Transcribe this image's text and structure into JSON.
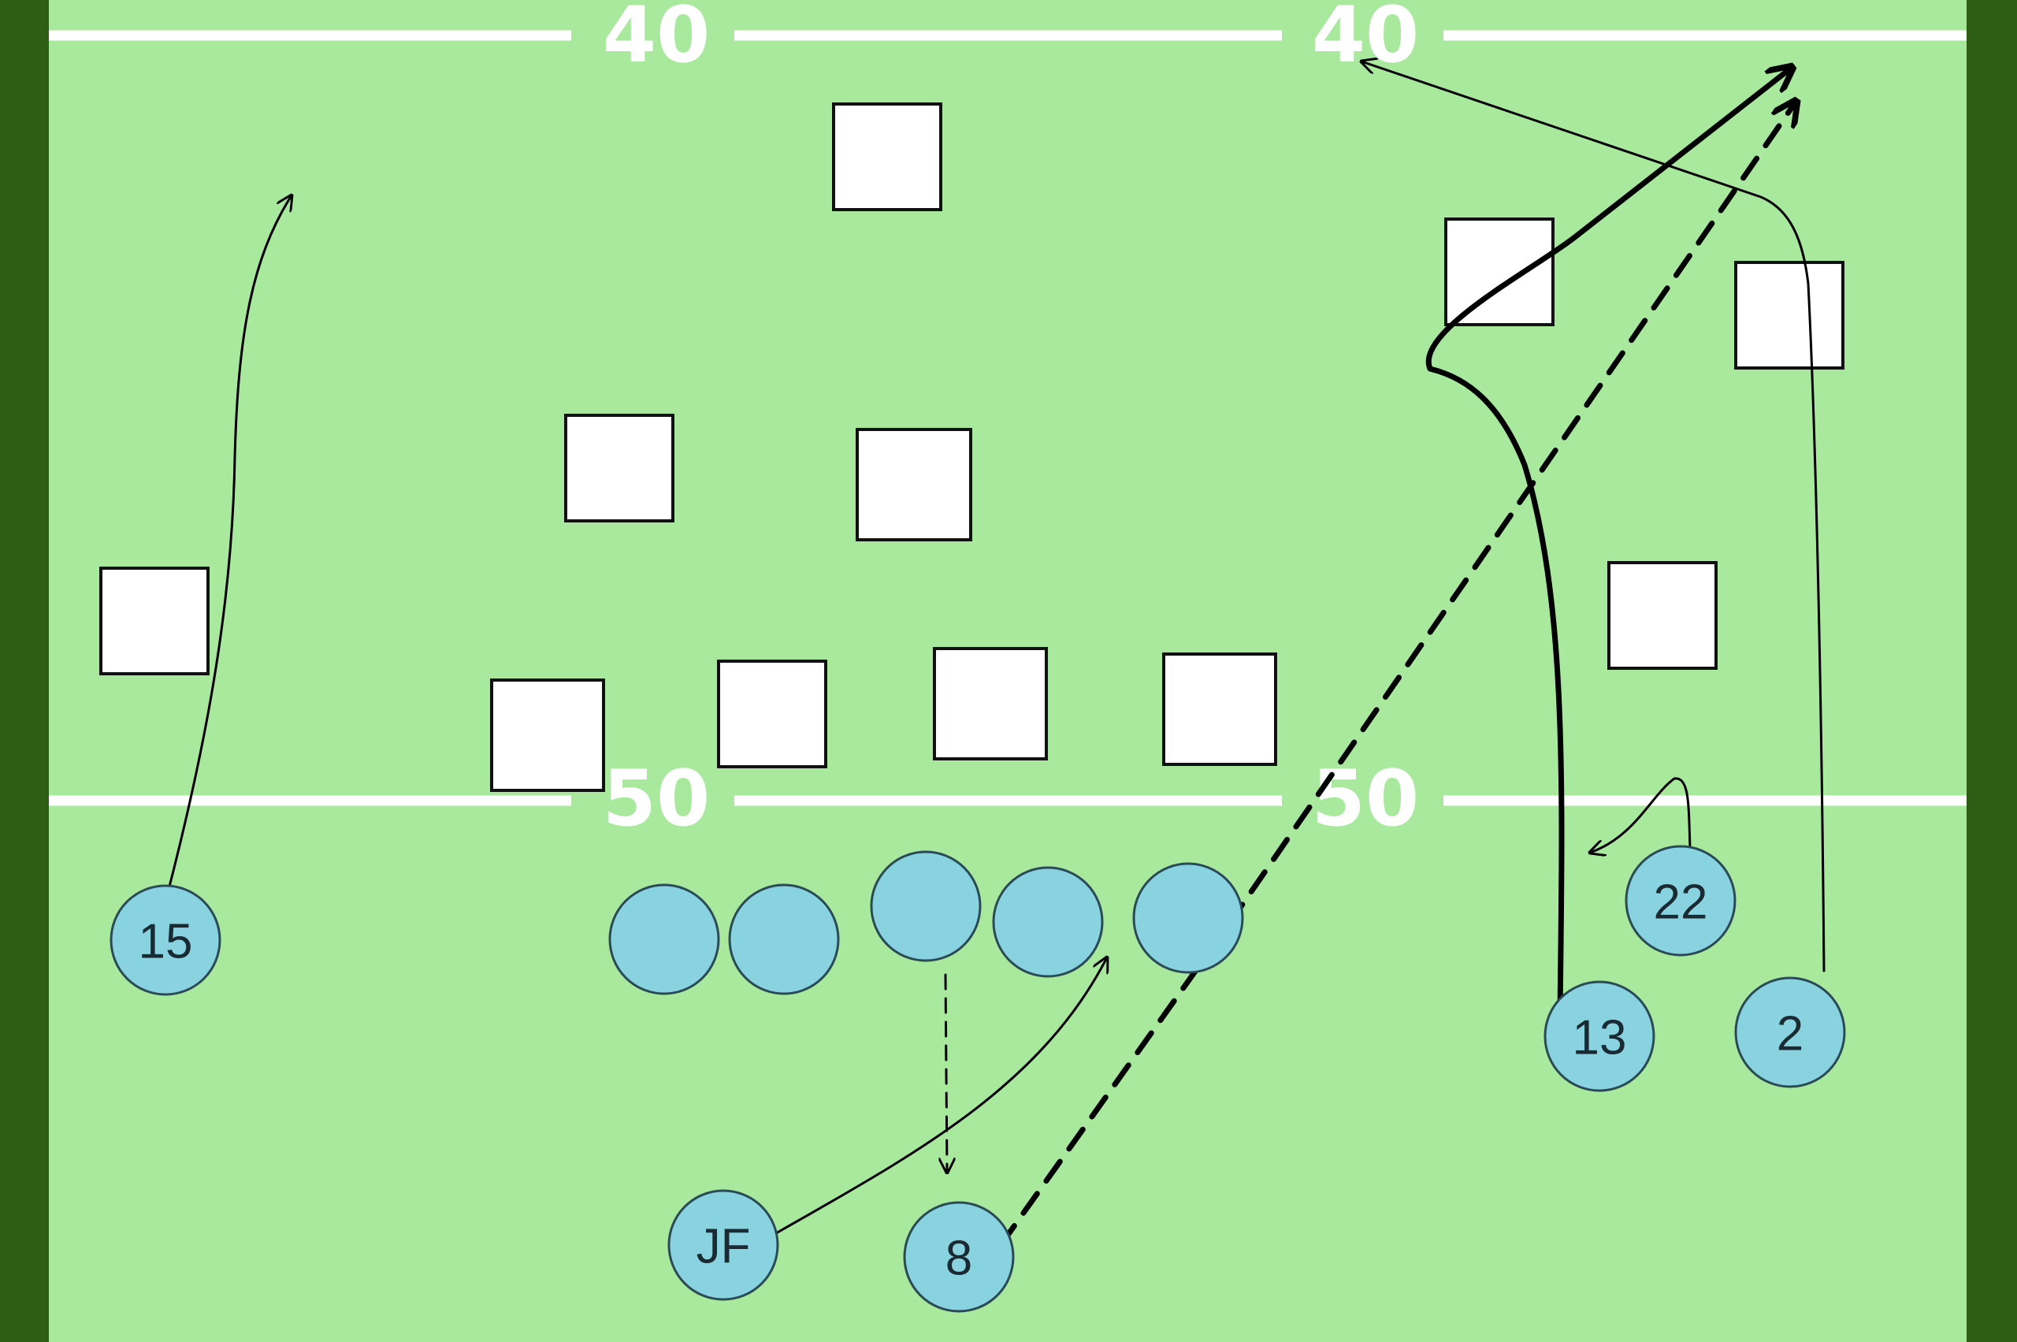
{
  "field": {
    "colors": {
      "sideline": "#2e5e14",
      "turf": "#a8e99e",
      "yard_line": "#ffffff",
      "player_fill": "#89d3e0",
      "defender_fill": "#ffffff",
      "route": "#000000"
    },
    "yard_numbers": {
      "upper_left": "40",
      "upper_right": "40",
      "lower_left": "50",
      "lower_right": "50"
    }
  },
  "offense": {
    "players": {
      "p15": "15",
      "pJF": "JF",
      "p8": "8",
      "p13": "13",
      "p22": "22",
      "p2": "2"
    }
  }
}
